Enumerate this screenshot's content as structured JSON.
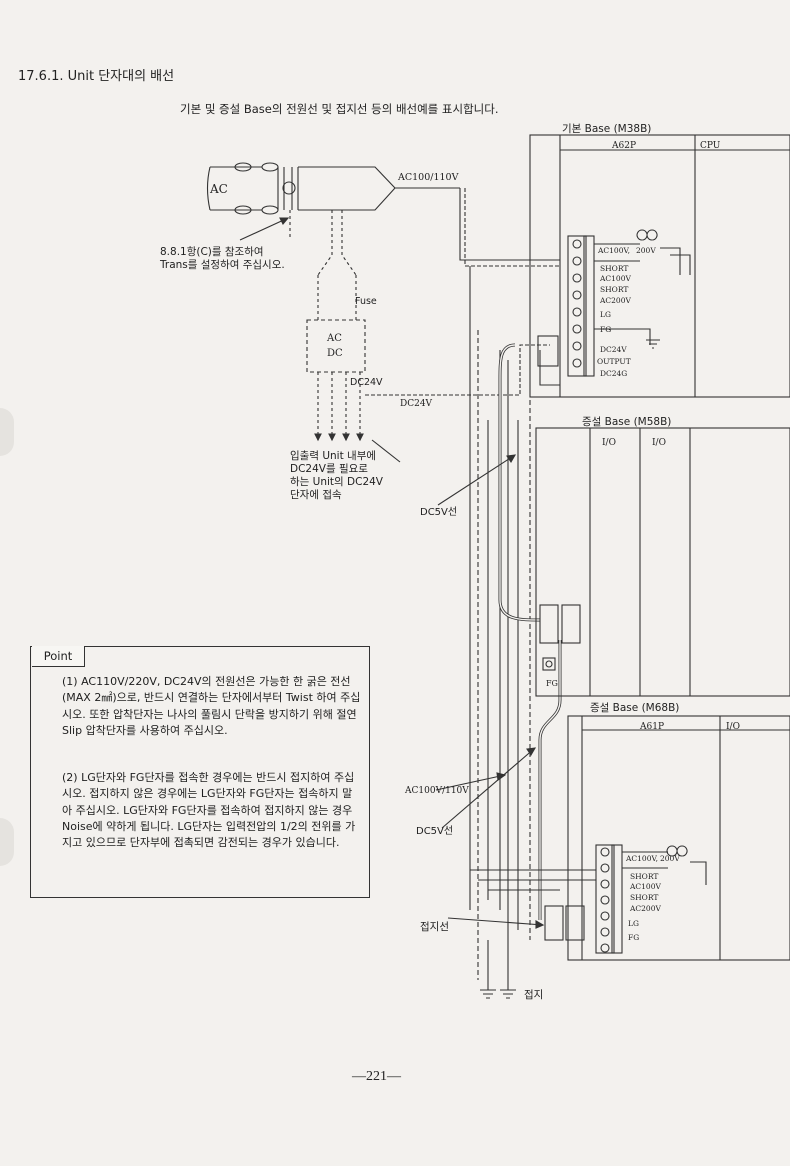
{
  "section_title": "17.6.1. Unit 단자대의 배선",
  "caption": "기본 및 증설 Base의 전원선 및 접지선 등의 배선예를 표시합니다.",
  "diagram": {
    "ac_source": "AC",
    "trans_note": "8.8.1항(C)를 참조하여\nTrans를 설정하여 주십시오.",
    "ac_line_label": "AC100/110V",
    "fuse_label": "Fuse",
    "acdc_top": "AC",
    "acdc_bottom": "DC",
    "dc24v_label_1": "DC24V",
    "dc24v_label_2": "DC24V",
    "io_note": "입출력 Unit 내부에\nDC24V를 필요로\n하는 Unit의 DC24V\n단자에 접속",
    "dc5v_label_1": "DC5V선",
    "ac_line_label_2": "AC100V/110V",
    "dc5v_label_2": "DC5V선",
    "ground_wire_label": "접지선",
    "ground_label": "접지",
    "base_main": {
      "title": "기본 Base (M38B)",
      "psu": "A62P",
      "cpu": "CPU",
      "terminals": [
        "AC100V,",
        "200V",
        "SHORT",
        "AC100V",
        "SHORT",
        "AC200V",
        "LG",
        "FG",
        "DC24V",
        "OUTPUT",
        "DC24G"
      ]
    },
    "base_ext1": {
      "title": "증설 Base (M58B)",
      "slots": [
        "I/O",
        "I/O"
      ],
      "fg": "FG"
    },
    "base_ext2": {
      "title": "증설 Base (M68B)",
      "psu": "A61P",
      "slot": "I/O",
      "terminals": [
        "AC100V,",
        "200V",
        "SHORT",
        "AC100V",
        "SHORT",
        "AC200V",
        "LG",
        "FG"
      ]
    }
  },
  "point": {
    "label": "Point",
    "items": [
      "(1) AC110V/220V, DC24V의 전원선은 가능한 한 굵은 전선 (MAX 2㎟)으로, 반드시 연결하는 단자에서부터 Twist 하여 주십시오. 또한 압착단자는 나사의 풀림시 단락을 방지하기 위해 절연 Slip 압착단자를 사용하여 주십시오.",
      "(2) LG단자와 FG단자를 접속한 경우에는 반드시 접지하여 주십시오. 접지하지 않은 경우에는 LG단자와 FG단자는 접속하지 말아 주십시오. LG단자와 FG단자를 접속하여 접지하지 않는 경우 Noise에 약하게 됩니다. LG단자는 입력전압의 1/2의 전위를 가지고 있으므로 단자부에 접촉되면 감전되는 경우가 있습니다."
    ]
  },
  "page_number": "—221—"
}
